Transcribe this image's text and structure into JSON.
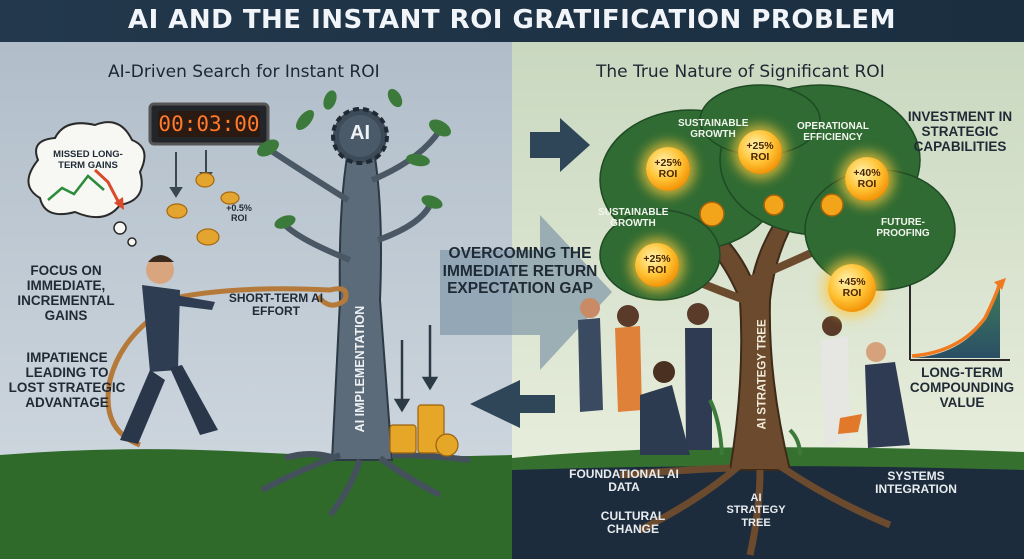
{
  "title": "AI AND THE INSTANT ROI GRATIFICATION PROBLEM",
  "left": {
    "heading": "AI-Driven Search for Instant ROI",
    "timer": "00:03:00",
    "thought_bubble": "MISSED LONG-TERM GAINS",
    "tree_badge": "AI",
    "tree_trunk_label": "AI IMPLEMENTATION",
    "coin_label": "+0.5% ROI",
    "effort_label": "SHORT-TERM AI EFFORT",
    "focus_label": "FOCUS ON IMMEDIATE, INCREMENTAL GAINS",
    "impatience_label": "IMPATIENCE LEADING TO LOST STRATEGIC ADVANTAGE"
  },
  "center": {
    "gap_label": "OVERCOMING THE IMMEDIATE RETURN EXPECTATION GAP"
  },
  "right": {
    "heading": "The True Nature of Significant ROI",
    "roi_coins": [
      "+25% ROI",
      "+25% ROI",
      "+40% ROI",
      "+25% ROI",
      "+45% ROI"
    ],
    "branch_labels": [
      "SUSTAINABLE GROWTH",
      "OPERATIONAL EFFICIENCY",
      "SUSTAINABLE GROWTH",
      "FUTURE-PROOFING"
    ],
    "investment_label": "INVESTMENT IN STRATEGIC CAPABILITIES",
    "trunk_label": "AI STRATEGY TREE",
    "compounding_label": "LONG-TERM COMPOUNDING VALUE",
    "root_labels": [
      "FOUNDATIONAL AI DATA",
      "CULTURAL CHANGE",
      "AI STRATEGY TREE",
      "SYSTEMS INTEGRATION"
    ]
  },
  "colors": {
    "title_bar": "#1e3448",
    "left_sky": "#c3ced8",
    "right_sky": "#dde7d2",
    "grass": "#2f6a2a",
    "soil": "#1c2b3c",
    "arrow": "#2e4658",
    "coin": "#ffb21c"
  }
}
